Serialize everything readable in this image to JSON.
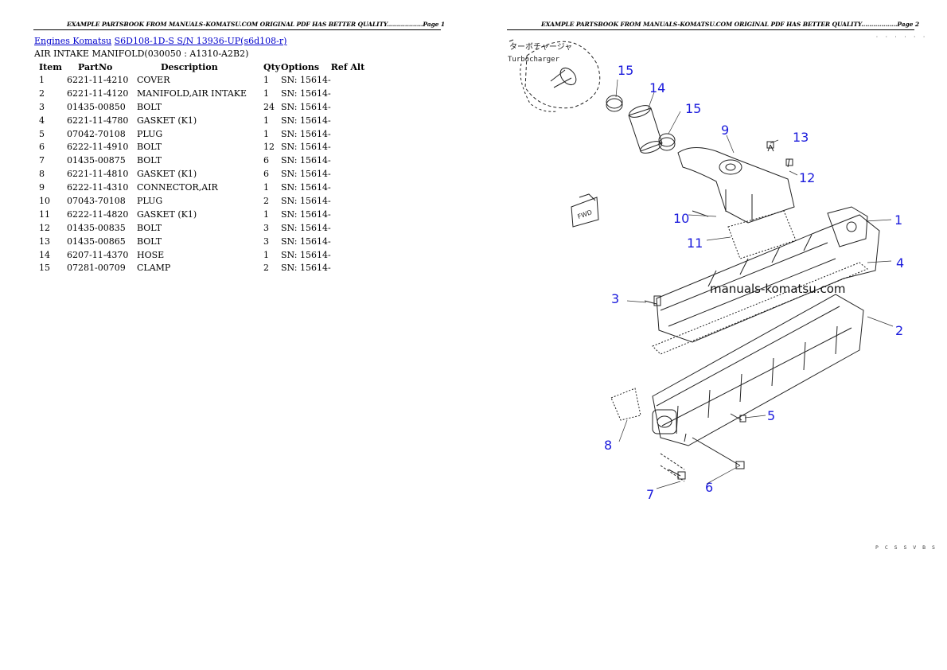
{
  "page1_header": "EXAMPLE PARTSBOOK FROM MANUALS-KOMATSU.COM ORIGINAL PDF HAS BETTER QUALITY..................Page 1",
  "page2_header": "EXAMPLE PARTSBOOK FROM MANUALS-KOMATSU.COM ORIGINAL PDF HAS BETTER QUALITY..................Page 2",
  "breadcrumb": {
    "link1": "Engines Komatsu",
    "link2": "S6D108-1D-S S/N 13936-UP(s6d108-r)"
  },
  "subtitle": "AIR INTAKE MANIFOLD(030050 : A1310-A2B2)",
  "table": {
    "headers": [
      "Item",
      "PartNo",
      "Description",
      "Qty",
      "Options",
      "Ref Alt"
    ],
    "rows": [
      [
        "1",
        "6221-11-4210",
        "COVER",
        "1",
        "SN: 15614-",
        ""
      ],
      [
        "2",
        "6221-11-4120",
        "MANIFOLD,AIR INTAKE",
        "1",
        "SN: 15614-",
        ""
      ],
      [
        "3",
        "01435-00850",
        "BOLT",
        "24",
        "SN: 15614-",
        ""
      ],
      [
        "4",
        "6221-11-4780",
        "GASKET (K1)",
        "1",
        "SN: 15614-",
        ""
      ],
      [
        "5",
        "07042-70108",
        "PLUG",
        "1",
        "SN: 15614-",
        ""
      ],
      [
        "6",
        "6222-11-4910",
        "BOLT",
        "12",
        "SN: 15614-",
        ""
      ],
      [
        "7",
        "01435-00875",
        "BOLT",
        "6",
        "SN: 15614-",
        ""
      ],
      [
        "8",
        "6221-11-4810",
        "GASKET (K1)",
        "6",
        "SN: 15614-",
        ""
      ],
      [
        "9",
        "6222-11-4310",
        "CONNECTOR,AIR",
        "1",
        "SN: 15614-",
        ""
      ],
      [
        "10",
        "07043-70108",
        "PLUG",
        "2",
        "SN: 15614-",
        ""
      ],
      [
        "11",
        "6222-11-4820",
        "GASKET (K1)",
        "1",
        "SN: 15614-",
        ""
      ],
      [
        "12",
        "01435-00835",
        "BOLT",
        "3",
        "SN: 15614-",
        ""
      ],
      [
        "13",
        "01435-00865",
        "BOLT",
        "3",
        "SN: 15614-",
        ""
      ],
      [
        "14",
        "6207-11-4370",
        "HOSE",
        "1",
        "SN: 15614-",
        ""
      ],
      [
        "15",
        "07281-00709",
        "CLAMP",
        "2",
        "SN: 15614-",
        ""
      ]
    ]
  },
  "diagram": {
    "jp_label": "ターボチャージャ",
    "en_label": "Turbocharger",
    "fwd": "FWD",
    "watermark": "manuals-komatsu.com",
    "callouts": [
      "1",
      "2",
      "3",
      "4",
      "5",
      "6",
      "7",
      "8",
      "9",
      "10",
      "11",
      "12",
      "13",
      "14",
      "15",
      "15"
    ],
    "callout_color": "#1a1adc",
    "top_right_code": "· · · · · ·",
    "bottom_right_code": "P C S S V B S"
  }
}
